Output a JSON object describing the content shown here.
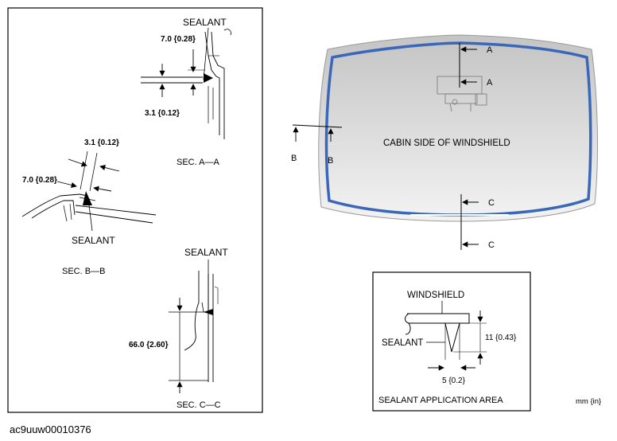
{
  "left_panel": {
    "sec_aa": {
      "sealant": "SEALANT",
      "dim_top": "7.0 {0.28}",
      "dim_bottom": "3.1 {0.12}",
      "title": "SEC. A—A"
    },
    "sec_bb": {
      "dim_top": "3.1 {0.12}",
      "dim_left": "7.0 {0.28}",
      "sealant": "SEALANT",
      "title": "SEC. B—B"
    },
    "sec_cc": {
      "sealant": "SEALANT",
      "dim": "66.0 {2.60}",
      "title": "SEC. C—C"
    }
  },
  "windshield_view": {
    "center_label": "CABIN SIDE OF WINDSHIELD",
    "markers": {
      "a_top": "A",
      "a_mid": "A",
      "b_left": "B",
      "b_right": "B",
      "c_top": "C",
      "c_bottom": "C"
    }
  },
  "application_area": {
    "windshield": "WINDSHIELD",
    "sealant": "SEALANT",
    "height_dim": "11 {0.43}",
    "width_dim": "5 {0.2}",
    "title": "SEALANT APPLICATION AREA"
  },
  "units": "mm {in}",
  "caption": "ac9uuw00010376",
  "colors": {
    "sealant_bead": "#3a67b8",
    "glass_gradient_top": "#c8c8c8",
    "glass_gradient_bottom": "#f4f4f4"
  }
}
